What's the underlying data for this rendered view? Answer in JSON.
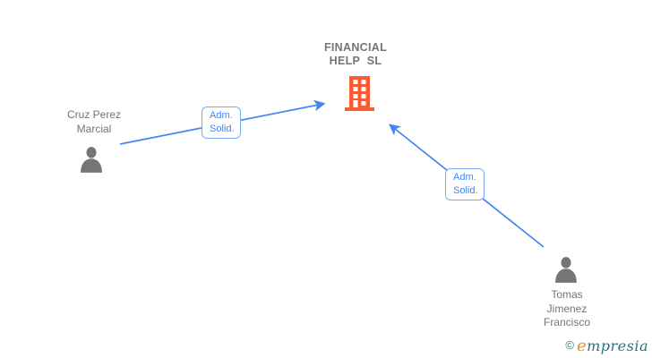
{
  "company": {
    "name": "FINANCIAL HELP SL",
    "icon": "building-icon"
  },
  "persons": [
    {
      "name": "Cruz Perez Marcial",
      "icon": "person-icon"
    },
    {
      "name": "Tomas Jimenez Francisco",
      "icon": "person-icon"
    }
  ],
  "edges": [
    {
      "from": "Cruz Perez Marcial",
      "to": "FINANCIAL HELP SL",
      "label": "Adm. Solid."
    },
    {
      "from": "Tomas Jimenez Francisco",
      "to": "FINANCIAL HELP SL",
      "label": "Adm. Solid."
    }
  ],
  "footer": {
    "copyright_symbol": "©",
    "brand": "empresia"
  },
  "colors": {
    "edge_blue": "#4285F4",
    "label_border": "#7BAAF7",
    "text_gray": "#757575",
    "icon_gray": "#757575",
    "building_orange": "#FB5B33",
    "brand_teal": "#26707F",
    "brand_orange": "#F28A1A"
  }
}
